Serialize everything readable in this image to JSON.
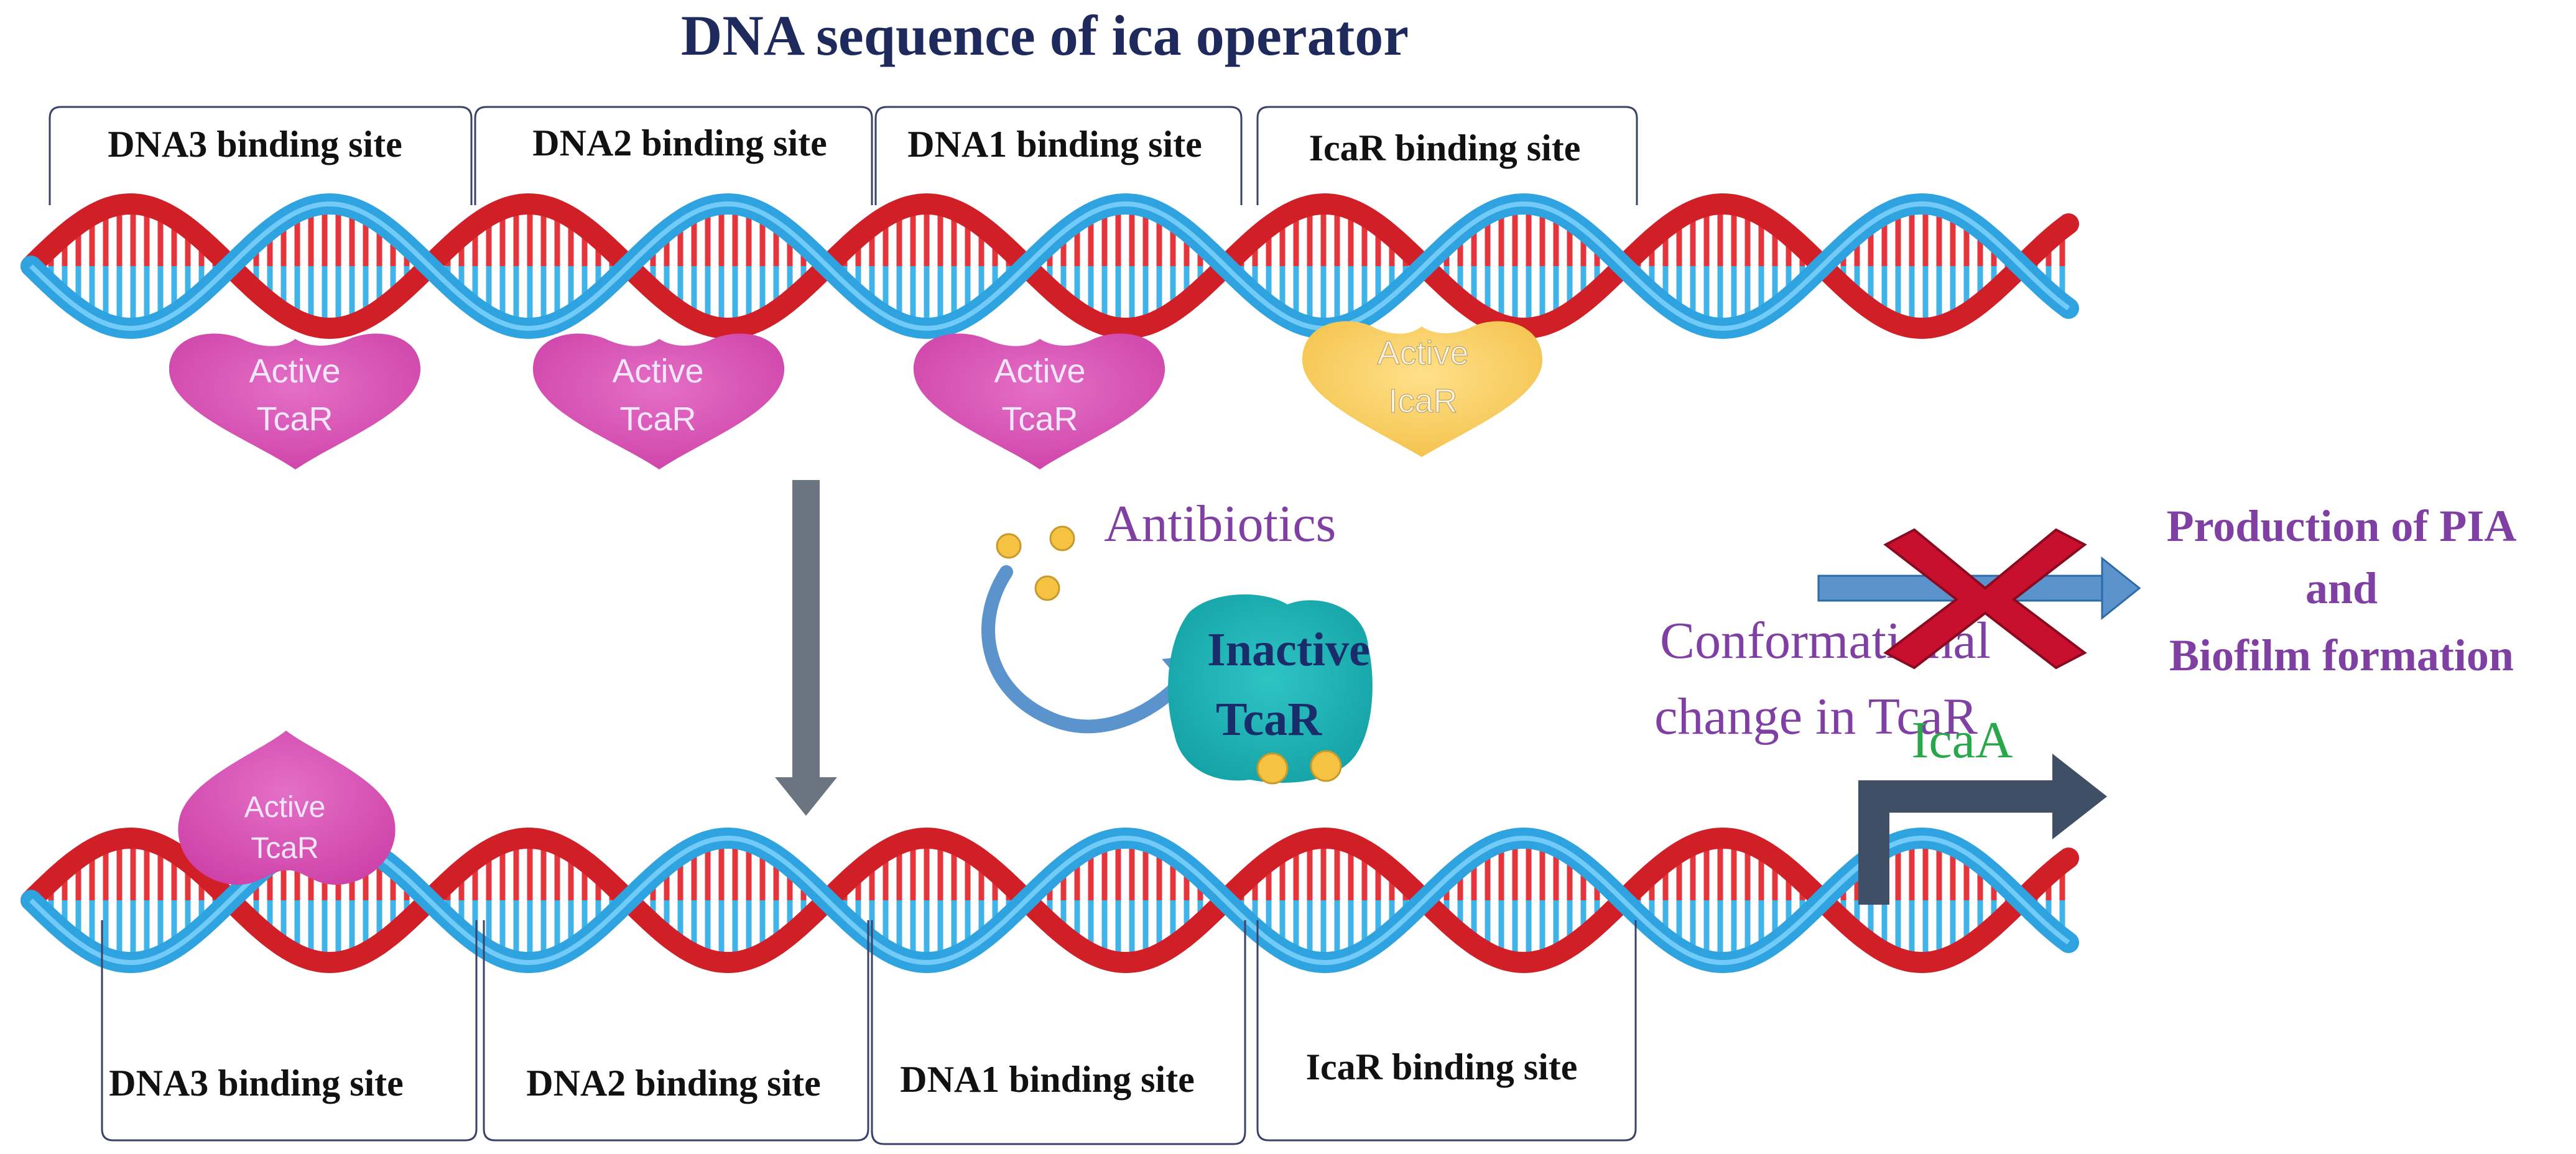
{
  "title": "DNA sequence of ica operator",
  "top_sites": [
    "DNA3 binding site",
    "DNA2 binding site",
    "DNA1 binding site",
    "IcaR binding site"
  ],
  "bottom_sites": [
    "DNA3 binding site",
    "DNA2 binding site",
    "DNA1 binding site",
    "IcaR binding site"
  ],
  "proteins": {
    "active_tcar_line1": "Active",
    "active_tcar_line2": "TcaR",
    "active_icar_line1": "Active",
    "active_icar_line2": "IcaR",
    "inactive_tcar_line1": "Inactive",
    "inactive_tcar_line2": "TcaR"
  },
  "antibiotics_label": "Antibiotics",
  "conformational_line1": "Conformational",
  "conformational_line2": "change in TcaR",
  "outcome_line1": "Production of PIA",
  "outcome_line2": "and",
  "outcome_line3": "Biofilm formation",
  "gene_label": "IcaA",
  "colors": {
    "title": "#1f2a5c",
    "strand_red": "#d01f26",
    "strand_blue": "#2ea3e0",
    "tcar_pink": "#d64fb1",
    "icar_yellow": "#f5c95a",
    "inactive_teal": "#1fb1b3",
    "purple_text": "#7f3fa3",
    "green_text": "#28a84a",
    "arrow_gray": "#6b7582",
    "arrow_blue": "#5b93cd",
    "cross_red": "#c8102e",
    "promoter_navy": "#3e4f66"
  }
}
